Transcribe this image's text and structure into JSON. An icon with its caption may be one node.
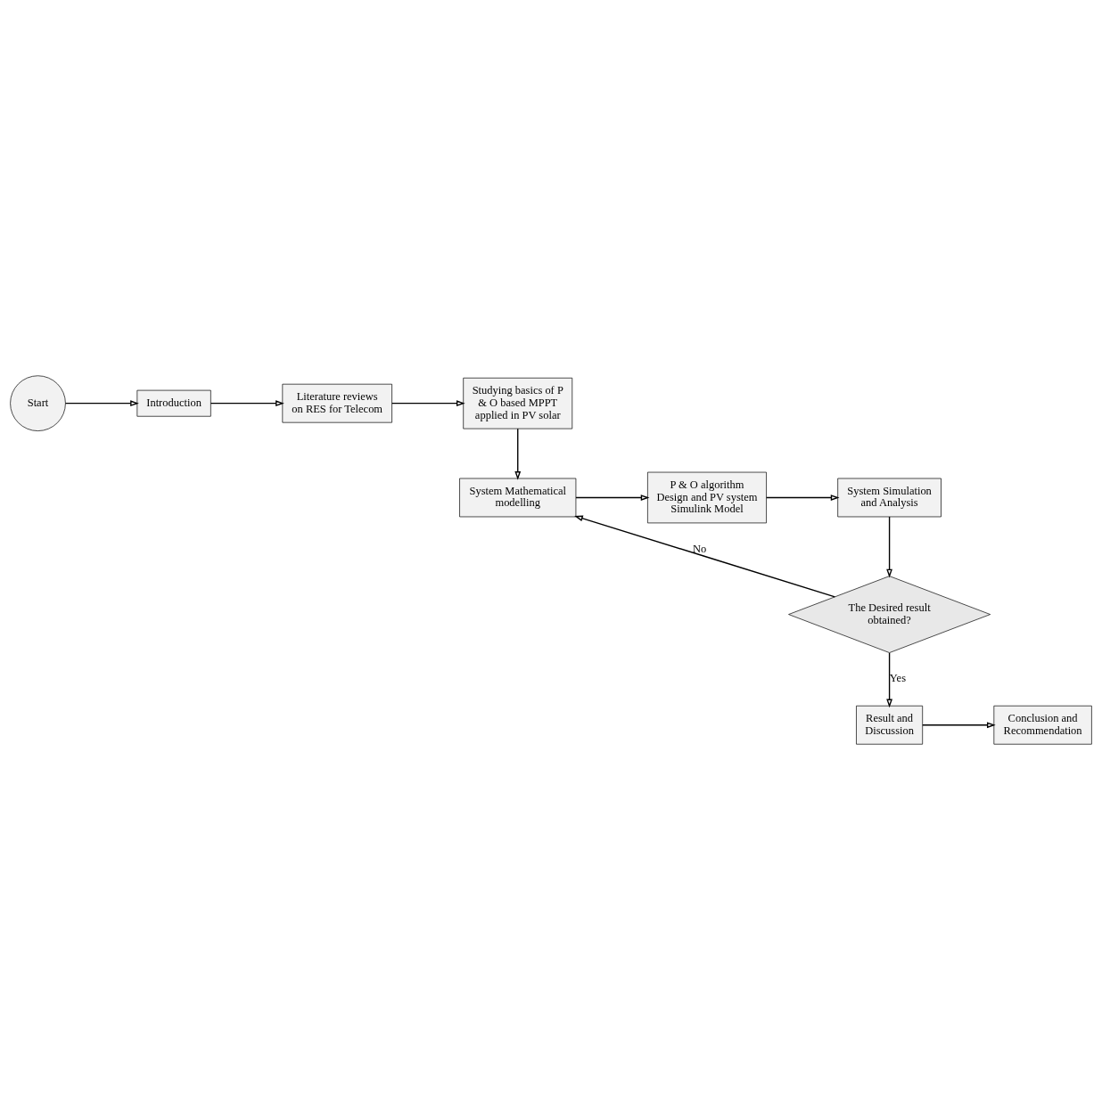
{
  "diagram": {
    "nodes": [
      {
        "text": [
          "Start"
        ]
      },
      {
        "text": [
          "Introduction"
        ]
      },
      {
        "text": [
          "Literature reviews on RES for Telecom"
        ]
      },
      {
        "text": [
          "Studying basics of P & O based MPPT applied in PV solar"
        ]
      },
      {
        "text": [
          "System Mathematical modelling"
        ]
      },
      {
        "text": [
          "P & O algorithm Design and PV system Simulink Model"
        ]
      },
      {
        "text": [
          "System Simulation and Analysis"
        ]
      },
      {
        "text": [
          "The Desired result obtained?"
        ]
      },
      {
        "text": [
          "Result and Discussion"
        ]
      },
      {
        "text": [
          "Conclusion and Recommendation"
        ]
      }
    ],
    "edges": [
      {
        "from": 0,
        "to": 1,
        "arrow": "to"
      },
      {
        "from": 1,
        "to": 2,
        "arrow": "to"
      },
      {
        "from": 2,
        "to": 3,
        "arrow": "to"
      },
      {
        "from": 3,
        "to": 4,
        "arrow": "to"
      },
      {
        "from": 4,
        "to": 5,
        "arrow": "to"
      },
      {
        "from": 5,
        "to": 6,
        "arrow": "to"
      },
      {
        "from": 6,
        "to": 7,
        "arrow": "to"
      },
      {
        "from": 7,
        "to": 4,
        "arrow": "to",
        "label": "No"
      },
      {
        "from": 7,
        "to": 8,
        "arrow": "to",
        "label": "Yes"
      },
      {
        "from": 8,
        "to": 9,
        "arrow": "to"
      }
    ]
  }
}
